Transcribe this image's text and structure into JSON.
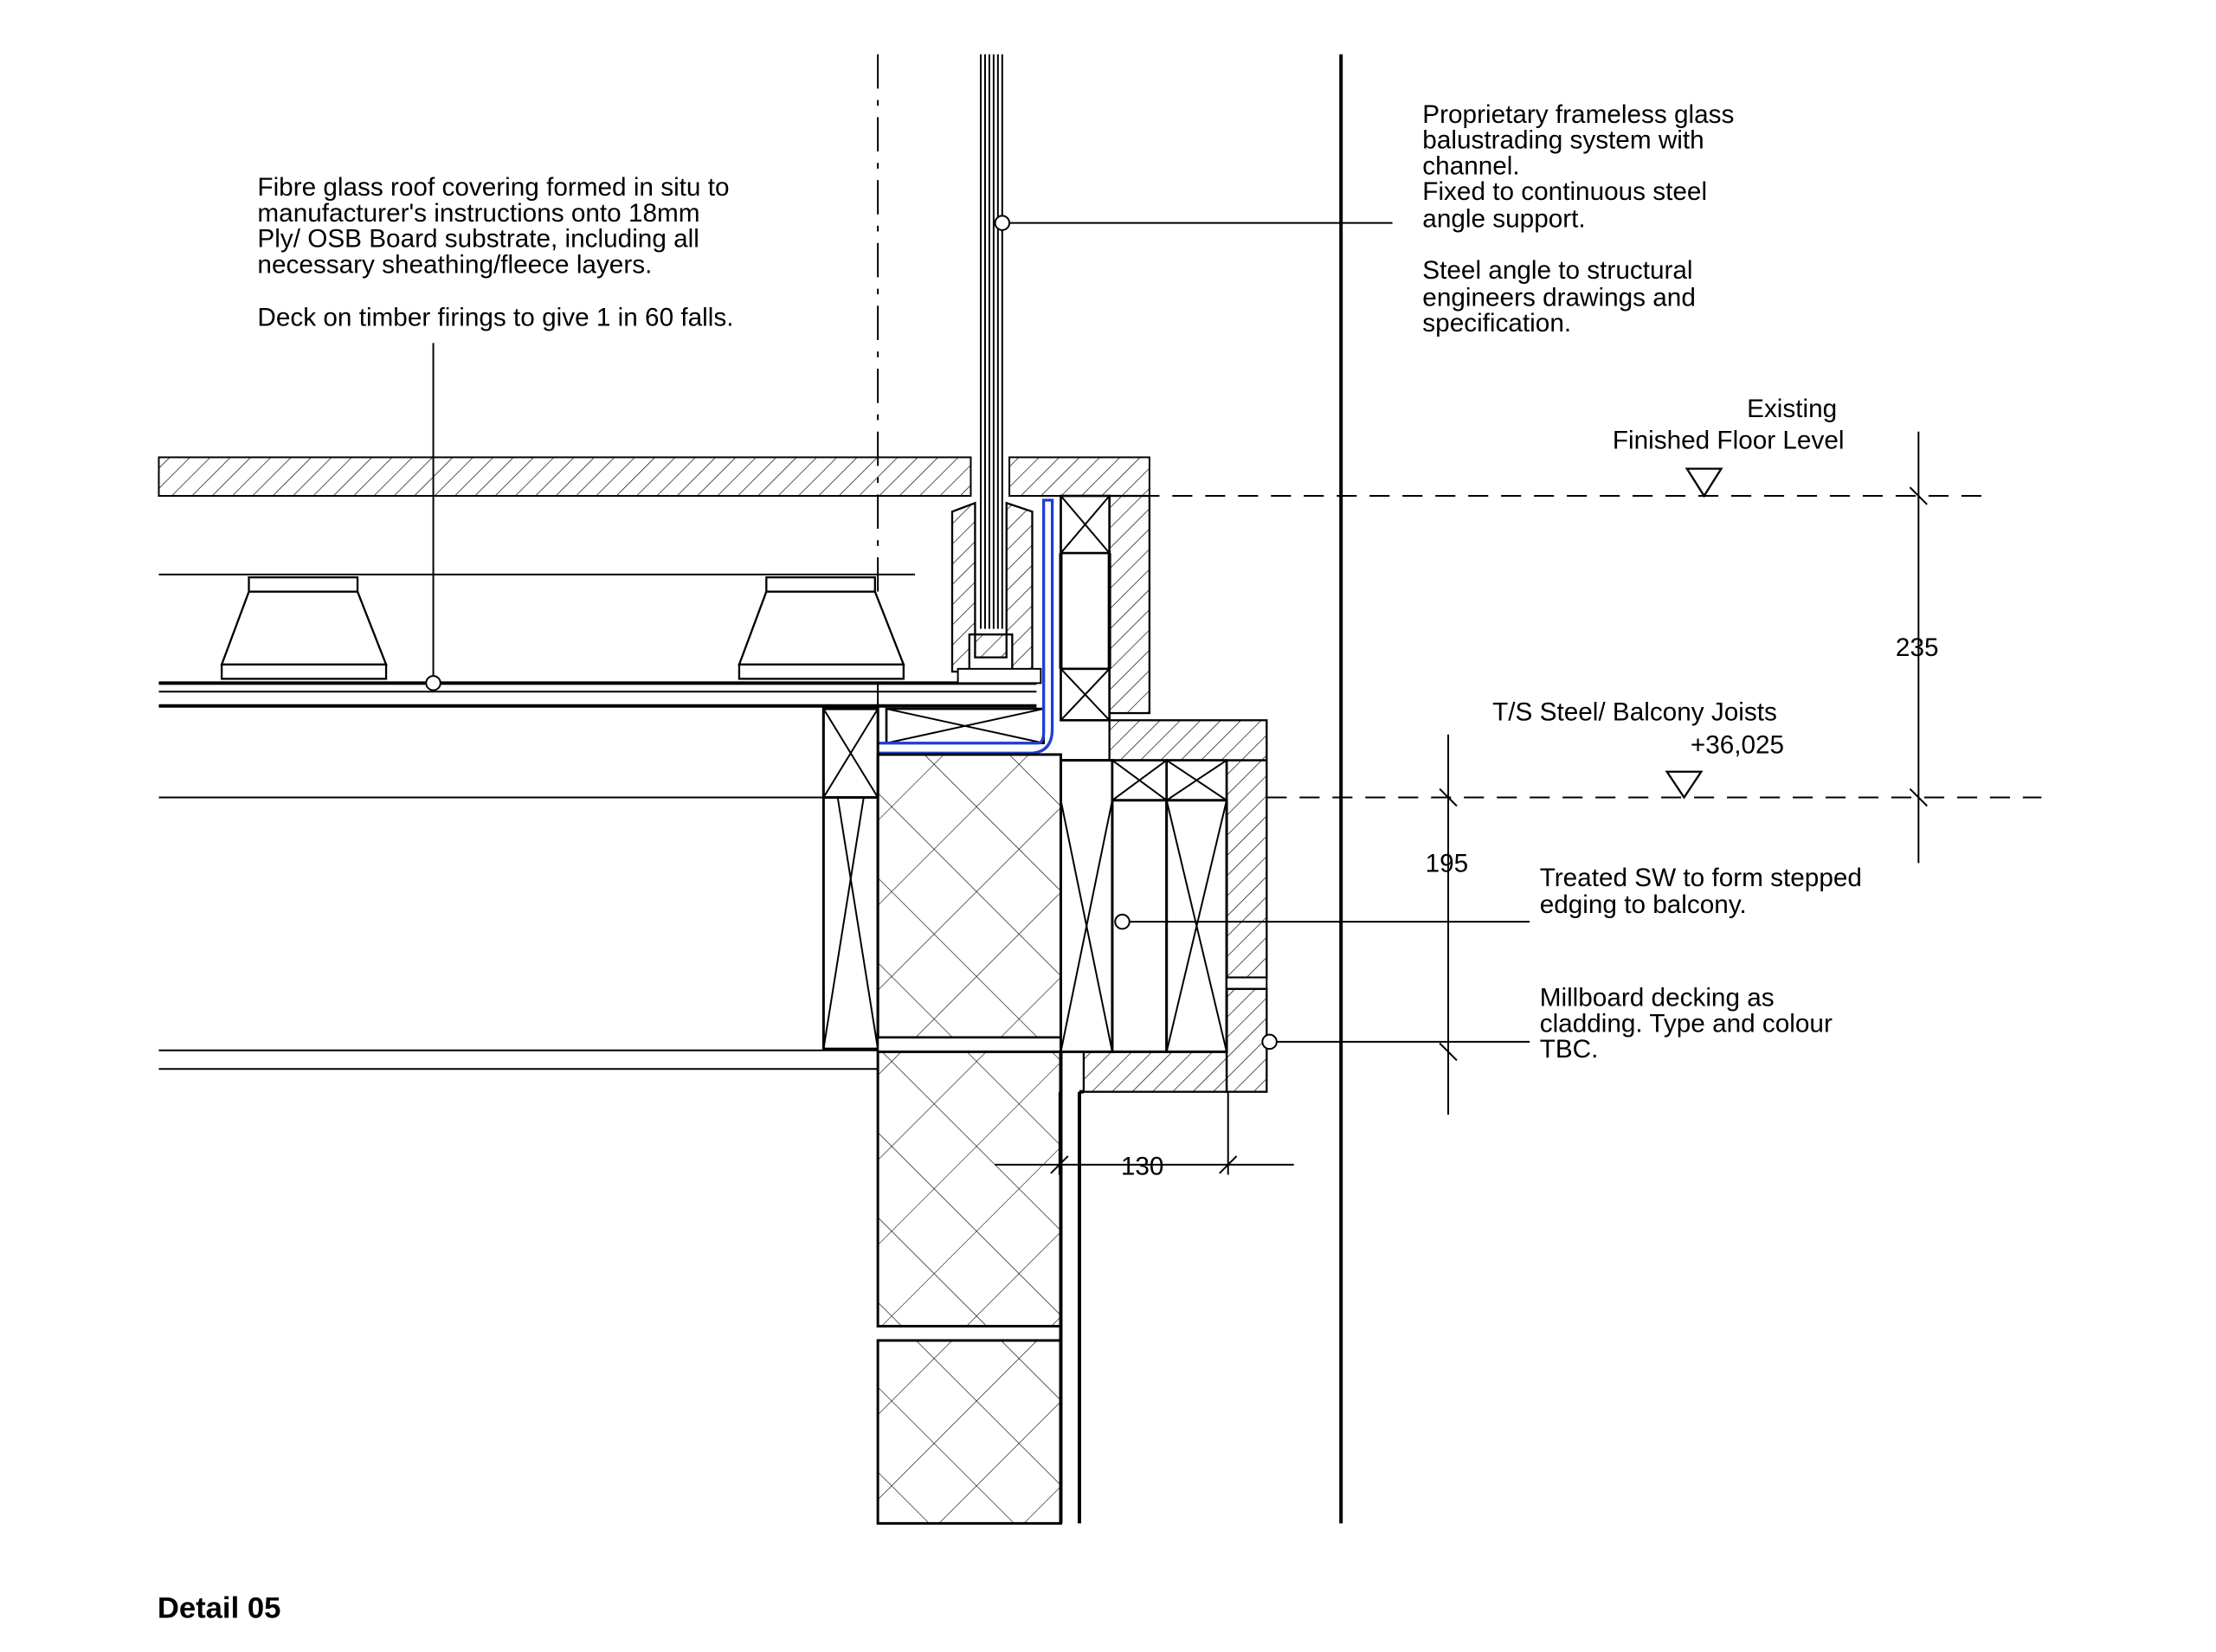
{
  "drawing": {
    "title": "Detail 05",
    "notes": {
      "roof_covering": [
        "Fibre glass roof covering formed in situ to",
        "manufacturer's instructions onto 18mm",
        "Ply/ OSB Board substrate, including all",
        "necessary sheathing/fleece layers.",
        "",
        "Deck on timber firings to give 1 in 60 falls."
      ],
      "balustrade": [
        "Proprietary frameless glass",
        "balustrading system with",
        "channel.",
        "Fixed to continuous steel",
        "angle support.",
        "",
        "Steel angle to structural",
        "engineers drawings and",
        "specification."
      ],
      "edging": [
        "Treated SW to form stepped",
        "edging to balcony."
      ],
      "cladding": [
        "Millboard decking as",
        "cladding. Type and colour",
        "TBC."
      ]
    },
    "levels": {
      "ffl_line1": "Existing",
      "ffl_line2": "Finished Floor Level",
      "steel_line1": "T/S Steel/ Balcony Joists",
      "steel_line2": "+36,025"
    },
    "dimensions": {
      "d235": "235",
      "d195": "195",
      "d130": "130"
    },
    "colors": {
      "line": "#000000",
      "membrane": "#1f3fd0",
      "background": "#ffffff"
    }
  }
}
